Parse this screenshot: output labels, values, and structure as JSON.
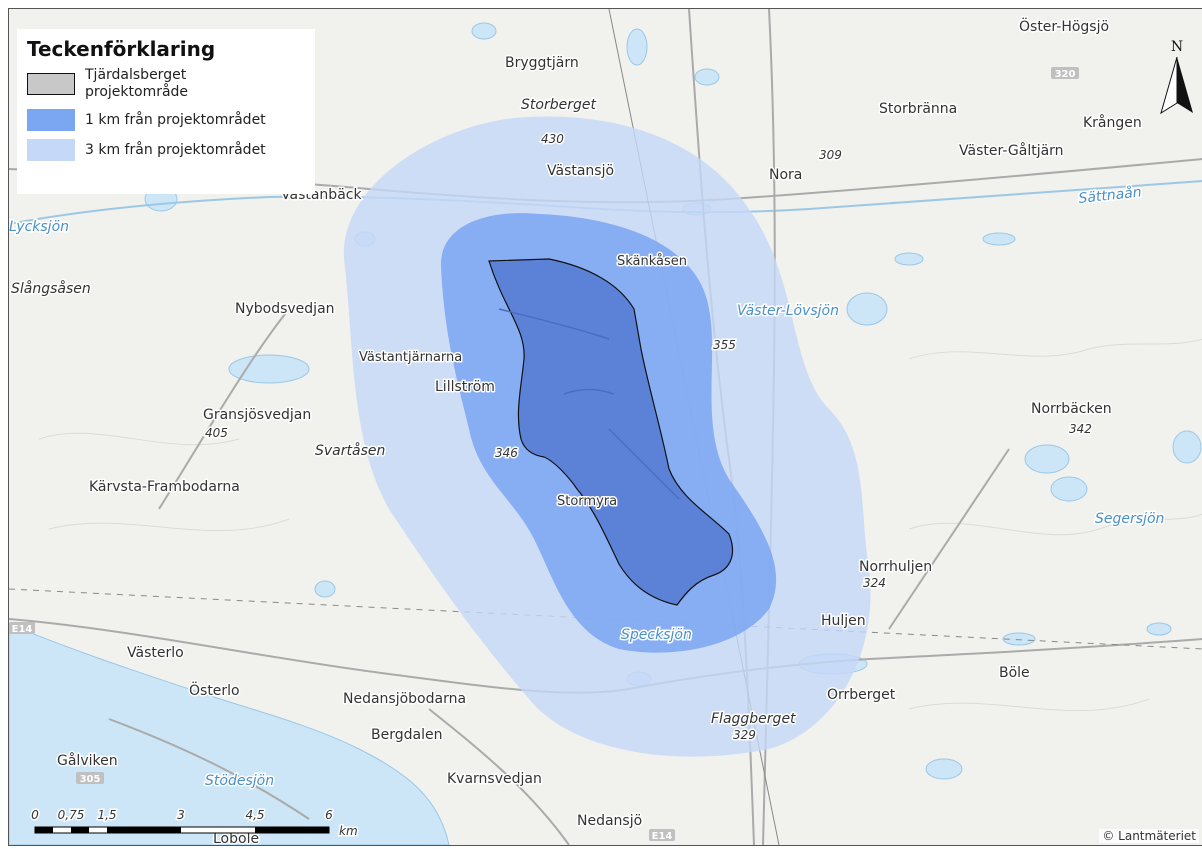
{
  "legend": {
    "title": "Teckenförklaring",
    "items": [
      {
        "label_line1": "Tjärdalsberget",
        "label_line2": "projektområde",
        "color": "#5a7fd6"
      },
      {
        "label": "1 km från projektområdet",
        "color": "#7aa6f2"
      },
      {
        "label": "3 km från projektområdet",
        "color": "#c6d8f7"
      }
    ]
  },
  "north": "N",
  "attribution": "© Lantmäteriet",
  "scale": {
    "ticks": [
      "0",
      "0,75",
      "1,5",
      "3",
      "4,5",
      "6"
    ],
    "unit": "km"
  },
  "places": {
    "oster_hogsjo": "Öster-Högsjö",
    "bryggtjarn": "Bryggtjärn",
    "storberget": "Storberget",
    "storbranna": "Storbränna",
    "krangen": "Krången",
    "vaster_galtjarn": "Väster-Gåltjärn",
    "vastansjo": "Västansjö",
    "nora": "Nora",
    "vastanback": "Västanbäck",
    "slangsasen": "Slångsåsen",
    "nybodsvedjan": "Nybodsvedjan",
    "skankasen": "Skänkåsen",
    "vastantjarnarna": "Västantjärnarna",
    "lillstrom": "Lillström",
    "gransjosvedjan": "Gransjösvedjan",
    "svartasen": "Svartåsen",
    "karvsta": "Kärvsta-Frambodarna",
    "stormyra": "Stormyra",
    "norrbacken": "Norrbäcken",
    "norrhuljen": "Norrhuljen",
    "huljen": "Huljen",
    "vasterlo": "Västerlo",
    "osterlo": "Österlo",
    "nedansjobodarna": "Nedansjöbodarna",
    "bergdalen": "Bergdalen",
    "galviken": "Gålviken",
    "kvarnsvedjan": "Kvarnsvedjan",
    "nedansjo": "Nedansjö",
    "lobole": "Loböle",
    "orrberget": "Orrberget",
    "flaggberget": "Flaggberget",
    "bole": "Böle"
  },
  "waters": {
    "lycksjon": "Lycksjön",
    "sattnaan": "Sättnaån",
    "vaster_lovsjon": "Väster-Lövsjön",
    "segersjon": "Segersjön",
    "specksjon": "Specksjön",
    "stodesjon": "Stödesjön"
  },
  "elevations": {
    "e430": "430",
    "e309": "309",
    "e355": "355",
    "e405": "405",
    "e346": "346",
    "e342": "342",
    "e324": "324",
    "e329": "329"
  },
  "roads": {
    "r320": "320",
    "e14_left": "E14",
    "e14_bottom": "E14",
    "r305": "305"
  }
}
